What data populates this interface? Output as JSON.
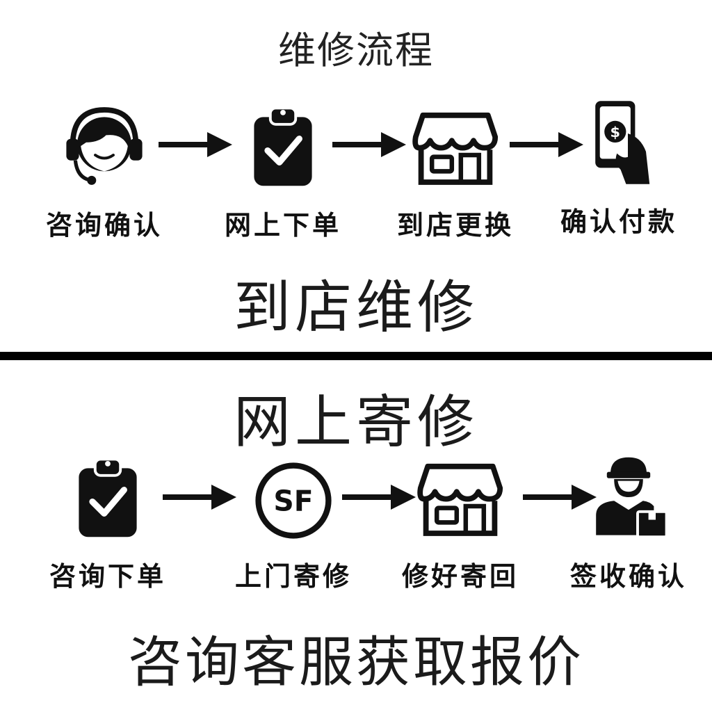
{
  "title": "维修流程",
  "section1": {
    "heading": "到店维修",
    "steps": [
      {
        "label": "咨询确认",
        "icon": "headset-agent-icon"
      },
      {
        "label": "网上下单",
        "icon": "clipboard-check-icon"
      },
      {
        "label": "到店更换",
        "icon": "storefront-icon"
      },
      {
        "label": "确认付款",
        "icon": "hand-holding-money-phone-icon"
      }
    ]
  },
  "section2": {
    "heading": "网上寄修",
    "steps": [
      {
        "label": "咨询下单",
        "icon": "clipboard-check-icon"
      },
      {
        "label": "上门寄修",
        "icon": "sf-express-logo-icon",
        "logo_text": "SF"
      },
      {
        "label": "修好寄回",
        "icon": "storefront-icon"
      },
      {
        "label": "签收确认",
        "icon": "courier-with-package-icon"
      }
    ]
  },
  "footer": "咨询客服获取报价",
  "colors": {
    "foreground": "#111111",
    "background": "#ffffff"
  }
}
